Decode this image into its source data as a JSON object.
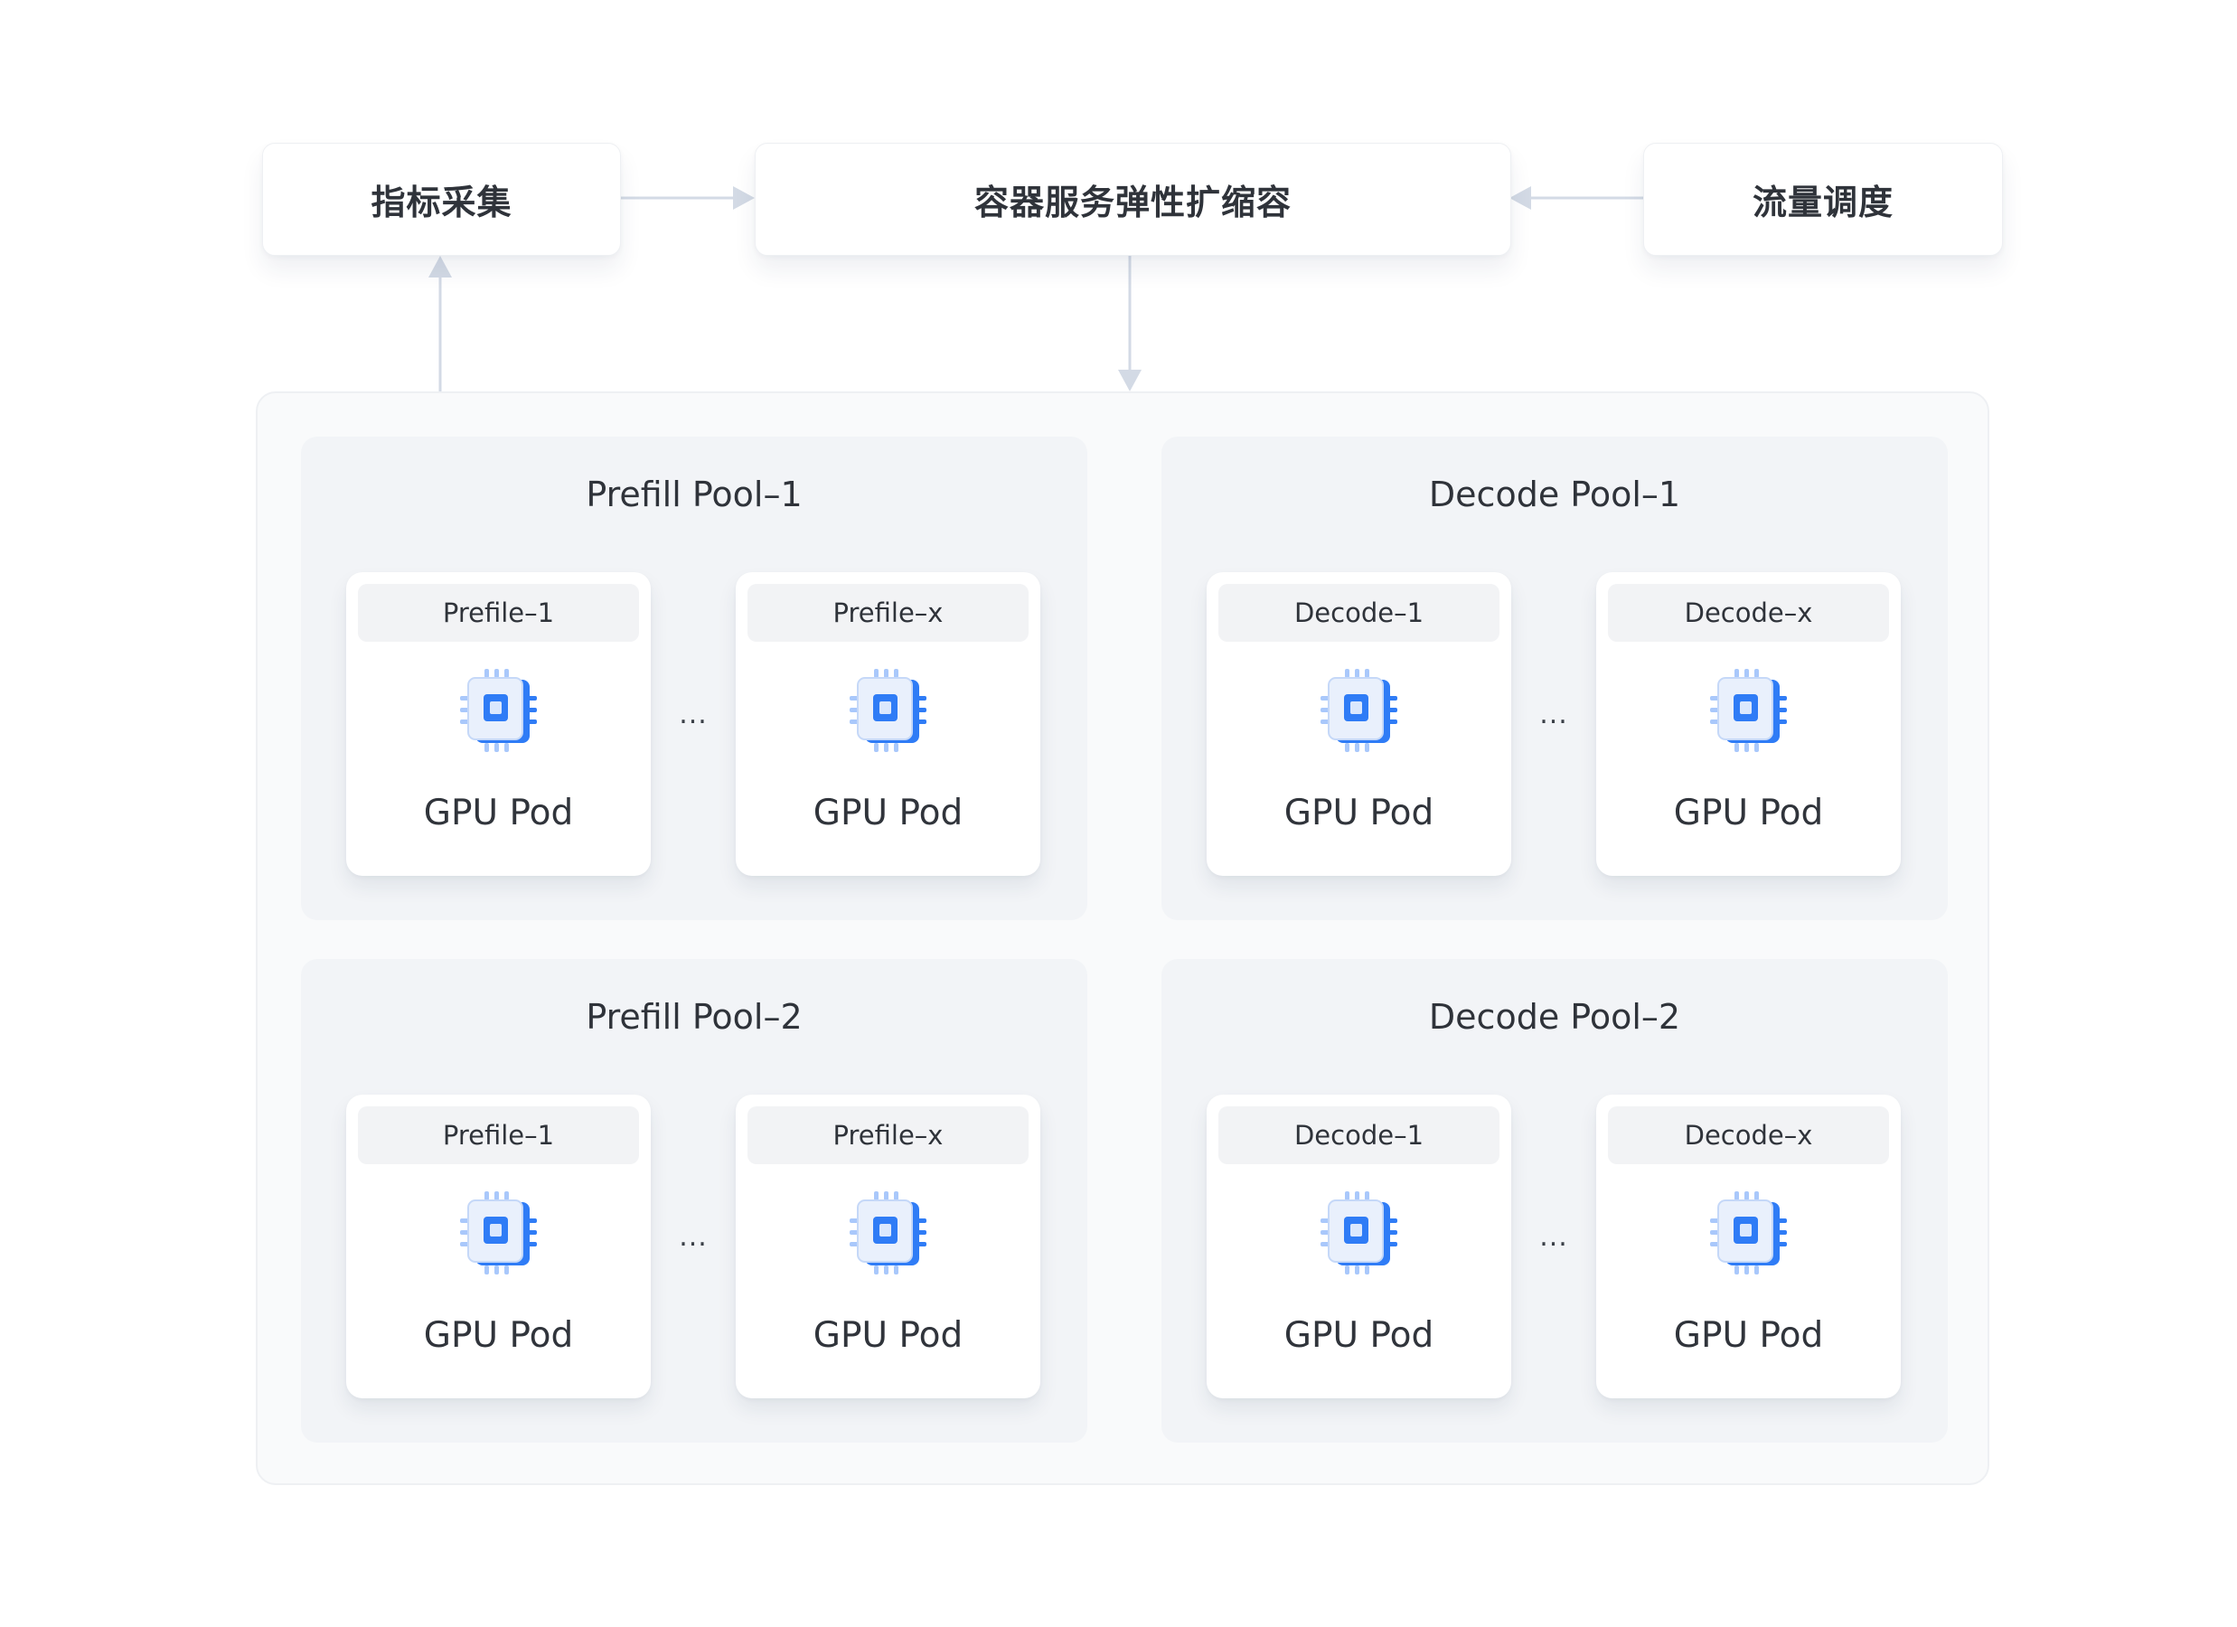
{
  "top": {
    "metrics": "指标采集",
    "autoscale": "容器服务弹性扩缩容",
    "traffic": "流量调度"
  },
  "pools": [
    {
      "title": "Prefill Pool–1",
      "pods": [
        {
          "name": "Prefile–1",
          "label": "GPU Pod"
        },
        {
          "name": "Prefile–x",
          "label": "GPU Pod"
        }
      ],
      "ellipsis": "..."
    },
    {
      "title": "Decode Pool–1",
      "pods": [
        {
          "name": "Decode–1",
          "label": "GPU Pod"
        },
        {
          "name": "Decode–x",
          "label": "GPU Pod"
        }
      ],
      "ellipsis": "..."
    },
    {
      "title": "Prefill Pool–2",
      "pods": [
        {
          "name": "Prefile–1",
          "label": "GPU Pod"
        },
        {
          "name": "Prefile–x",
          "label": "GPU Pod"
        }
      ],
      "ellipsis": "..."
    },
    {
      "title": "Decode Pool–2",
      "pods": [
        {
          "name": "Decode–1",
          "label": "GPU Pod"
        },
        {
          "name": "Decode–x",
          "label": "GPU Pod"
        }
      ],
      "ellipsis": "..."
    }
  ],
  "icons": {
    "pod": "gpu-chip-icon"
  },
  "colors": {
    "accent": "#2f7cf6",
    "arrow": "#d3dae5",
    "pool_bg": "#f2f4f7"
  }
}
